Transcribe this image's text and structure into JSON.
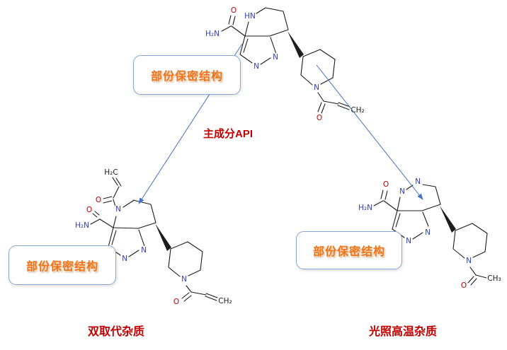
{
  "callout": {
    "text": "部份保密结构"
  },
  "labels": {
    "api": "主成分API",
    "left_impurity": "双取代杂质",
    "right_impurity": "光照高温杂质"
  },
  "colors": {
    "label_red": "#c00000",
    "callout_orange": "#ed7520",
    "callout_border": "#84a7d4",
    "arrow_blue": "#4472c4",
    "nitrogen_blue": "#2f3fbf",
    "oxygen_red": "#c00000",
    "bond_black": "#1c1c1c"
  },
  "structures": {
    "api": {
      "atoms": {
        "amide_nh2": "H₂N",
        "amide_o": "O",
        "ring_hn": "HN",
        "ring_n1": "N",
        "ring_n2": "N",
        "pip_n": "N",
        "acryl_o": "O",
        "acryl_ch2": "CH₂"
      }
    },
    "left": {
      "atoms": {
        "amide_nh2": "H₂N",
        "amide_o": "O",
        "top_ch2": "H₂C",
        "top_o": "O",
        "top_n": "N",
        "ring_n1": "N",
        "ring_n2": "N",
        "pip_n": "N",
        "bot_o": "O",
        "bot_ch2": "CH₂"
      }
    },
    "right": {
      "atoms": {
        "amide_nh2": "H₂N",
        "amide_o": "O",
        "ring_na": "N",
        "ring_nb": "N",
        "ring_n1": "N",
        "ring_n2": "N",
        "pip_n": "N",
        "acetyl_o": "O",
        "acetyl_ch3": "CH₃"
      }
    }
  }
}
